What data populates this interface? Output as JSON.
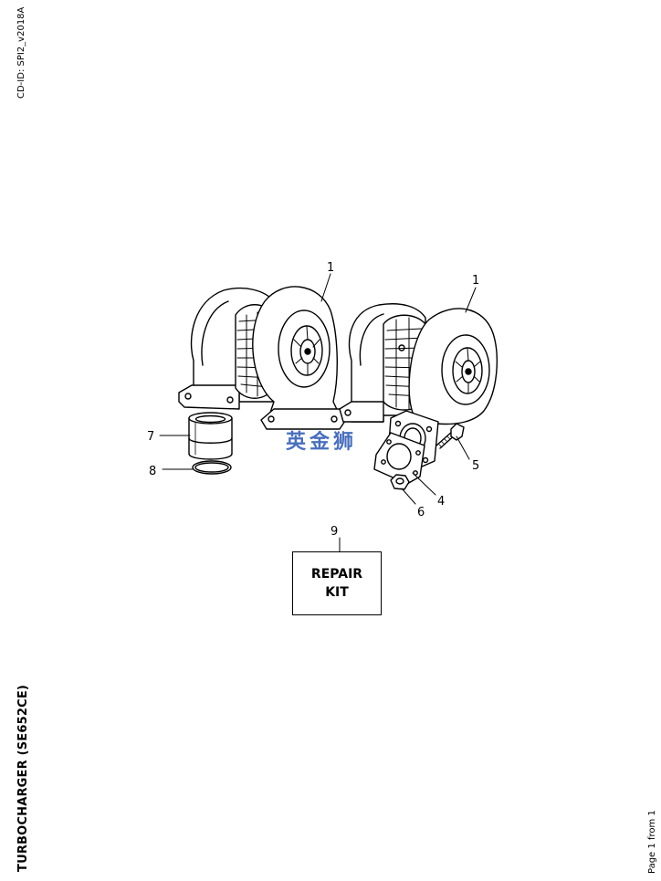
{
  "header": {
    "cd_id": "CD-ID: SPI2_v2018A"
  },
  "title": "TURBOCHARGER (SE652CE)",
  "footer": {
    "page": "Page 1 from 1"
  },
  "callouts": [
    {
      "id": "turbo-left",
      "label": "1"
    },
    {
      "id": "turbo-right",
      "label": "1"
    },
    {
      "id": "gasket-plate",
      "label": "4"
    },
    {
      "id": "bolt",
      "label": "5"
    },
    {
      "id": "nut",
      "label": "6"
    },
    {
      "id": "sleeve",
      "label": "7"
    },
    {
      "id": "o-ring",
      "label": "8"
    },
    {
      "id": "repair-kit",
      "label": "9"
    }
  ],
  "repair_kit": {
    "label": "REPAIR\nKIT"
  },
  "watermark": {
    "text": "英金狮"
  }
}
